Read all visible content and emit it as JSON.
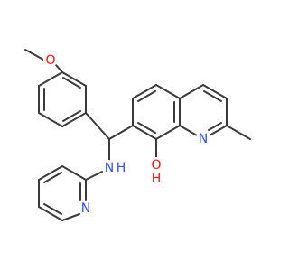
{
  "structure": {
    "atoms": [
      {
        "name": "methoxy-oxygen-label",
        "text": "O",
        "color": "#ff0d0d"
      },
      {
        "name": "quinoline-nitrogen-label",
        "text": "N",
        "color": "#3050f8"
      },
      {
        "name": "amine-nitrogen-label",
        "text": "N",
        "color": "#3050f8"
      },
      {
        "name": "amine-hydrogen-label",
        "text": "H",
        "color": "#3050f8"
      },
      {
        "name": "hydroxyl-oxygen-label",
        "text": "O",
        "color": "#ff0d0d"
      },
      {
        "name": "hydroxyl-hydrogen-label",
        "text": "H",
        "color": "#ff0d0d"
      },
      {
        "name": "pyridine-nitrogen-label",
        "text": "N",
        "color": "#3050f8"
      }
    ],
    "bond_color": "#3a3a3a"
  }
}
